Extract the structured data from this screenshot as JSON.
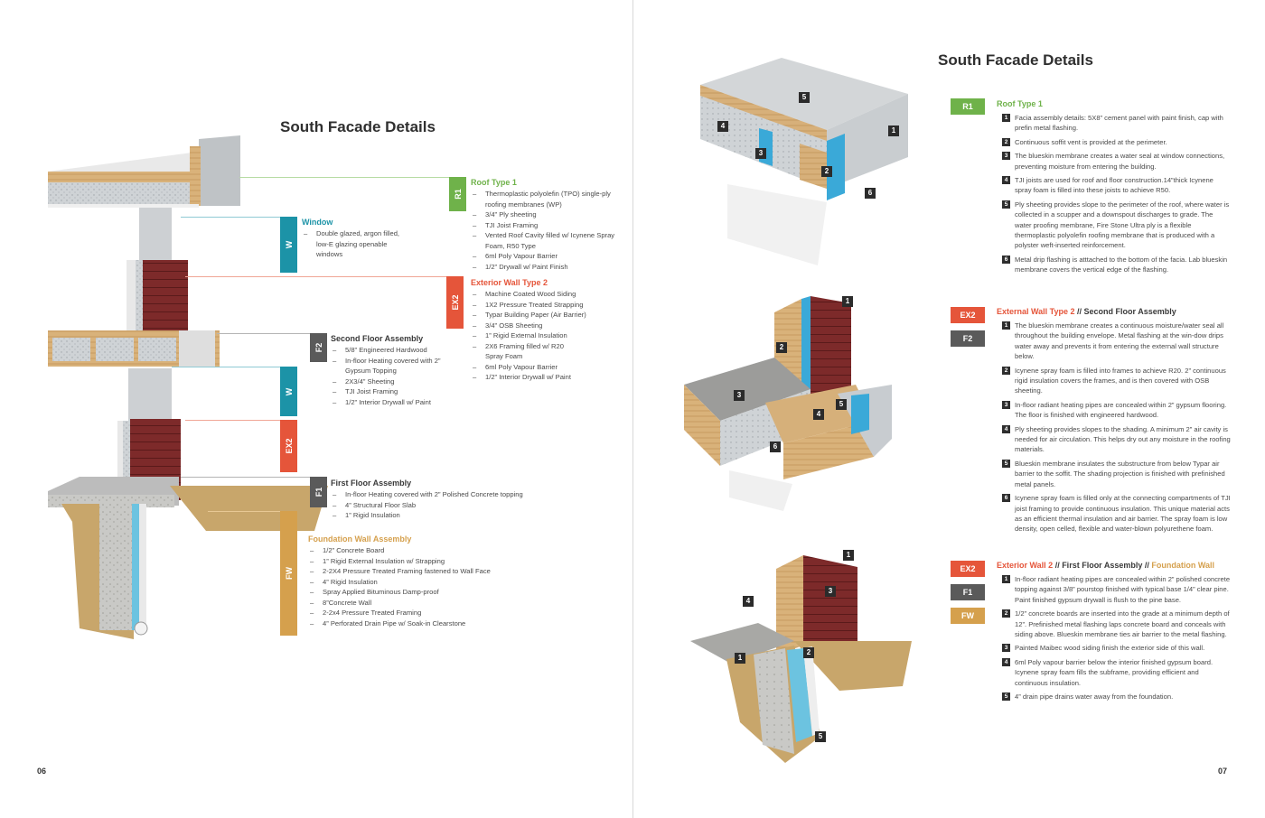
{
  "left_page": {
    "title": "South Facade Details",
    "page_number": "06",
    "tags": [
      {
        "label": "R1",
        "color": "#6fb24a"
      },
      {
        "label": "W",
        "color": "#1c93a7"
      },
      {
        "label": "EX2",
        "color": "#e5553a"
      },
      {
        "label": "F2",
        "color": "#5a5a5a"
      },
      {
        "label": "W",
        "color": "#1c93a7"
      },
      {
        "label": "EX2",
        "color": "#e5553a"
      },
      {
        "label": "F1",
        "color": "#5a5a5a"
      },
      {
        "label": "FW",
        "color": "#d5a04d"
      }
    ],
    "roof": {
      "title": "Roof Type 1",
      "items": [
        "Thermoplastic polyolefin (TPO) single-ply roofing membranes (WP)",
        "3/4” Ply sheeting",
        "TJI Joist Framing",
        "Vented Roof Cavity filled w/ Icynene Spray Foam, R50 Type",
        "6ml Poly Vapour Barrier",
        "1/2” Drywall w/ Paint Finish"
      ]
    },
    "window": {
      "title": "Window",
      "items": [
        "Double glazed, argon filled, low-E glazing openable windows"
      ]
    },
    "exterior_wall": {
      "title": "Exterior Wall Type 2",
      "items": [
        "Machine Coated Wood Siding",
        "1X2 Pressure Treated Strapping",
        "Typar Building Paper (Air Barrier)",
        "3/4” OSB Sheeting",
        "1” Rigid External Insulation",
        "2X6 Framing filled w/ R20 Spray Foam",
        "6ml Poly Vapour Barrier",
        "1/2” Interior Drywall w/ Paint"
      ]
    },
    "second_floor": {
      "title": "Second Floor Assembly",
      "items": [
        "5/8” Engineered Hardwood",
        "In-floor Heating covered with 2” Gypsum Topping",
        "2X3/4” Sheeting",
        "TJI Joist Framing",
        "1/2” Interior Drywall w/ Paint"
      ]
    },
    "first_floor": {
      "title": "First Floor Assembly",
      "items": [
        "In-floor Heating covered with 2” Polished Concrete topping",
        "4” Structural Floor Slab",
        "1” Rigid Insulation"
      ]
    },
    "foundation": {
      "title": "Foundation Wall Assembly",
      "items": [
        "1/2” Concrete Board",
        "1” Rigid External Insulation w/ Strapping",
        "2-2X4 Pressure Treated Framing fastened to Wall Face",
        "4” Rigid Insulation",
        "Spray Applied Bituminous Damp-proof",
        "8”Concrete Wall",
        "2-2x4 Pressure Treated Framing",
        "4” Perforated Drain Pipe w/ Soak-in Clearstone"
      ]
    }
  },
  "right_page": {
    "title": "South Facade Details",
    "page_number": "07",
    "section1": {
      "tags": [
        "R1"
      ],
      "title_a": "Roof Type 1",
      "items": [
        "Facia assembly details: 5X8” cement panel with paint finish, cap with prefin metal flashing.",
        "Continuous soffit vent is provided at the perimeter.",
        "The blueskin membrane creates a water seal at window connections, preventing moisture from entering the building.",
        "TJI joists are used for roof and floor construction.14”thick Icynene spray foam is filled into these joists to achieve R50.",
        "Ply sheeting provides slope to the perimeter of the roof, where water is collected in a scupper and a downspout discharges to grade. The water proofing membrane, Fire Stone Ultra ply is a flexible thermoplastic polyolefin roofing membrane that is produced with a polyster weft-inserted reinforcement.",
        "Metal drip flashing is atttached to the bottom of the facia. Lab blueskin membrane covers the vertical edge of the flashing."
      ]
    },
    "section2": {
      "tags": [
        "EX2",
        "F2"
      ],
      "title_a": "External Wall Type 2",
      "sep": " // ",
      "title_b": "Second Floor Assembly",
      "items": [
        "The blueskin membrane creates a continuous moisture/water seal all throughout the building envelope. Metal flashing at the win-dow drips water away and prevents it from entering the external wall structure below.",
        "Icynene spray foam is filled into frames to achieve R20. 2” continuous rigid insulation covers the frames, and is then covered with OSB sheeting.",
        "In-floor radiant heating pipes are concealed within 2” gypsum flooring. The floor is finished with engineered hardwood.",
        "Ply sheeting provides slopes to the shading. A minimum 2” air cavity is needed for air circulation. This helps dry out any moisture in the roofing materials.",
        "Blueskin membrane insulates the substructure from below Typar air barrier to the soffit. The shading projection is finished with prefinished metal panels.",
        "Icynene spray foam is filled only at the connecting compartments of TJI joist framing to provide continuous insulation. This unique material acts as an efficient thermal insulation and air barrier. The spray foam is low density, open celled, flexible and water-blown polyurethene foam."
      ]
    },
    "section3": {
      "tags": [
        "EX2",
        "F1",
        "FW"
      ],
      "title_a": "Exterior Wall 2",
      "sep": " // First Floor Assembly // ",
      "title_b": "Foundation Wall",
      "items": [
        "In-floor radiant heating pipes are concealed within 2” polished concrete topping against 3/8” pourstop finished with typical base 1/4” clear pine. Paint finished gypsum drywall is flush to the pine base.",
        "1/2” concrete boards are inserted into the grade at a minimum depth of 12”. Prefinished metal flashing laps concrete board and conceals with siding above. Blueskin membrane ties air barrier to the metal flashing.",
        "Painted Maibec wood siding finish the exterior side of this wall.",
        "6ml Poly vapour barrier below the interior finished gypsum board. Icynene spray foam fills the subframe, providing efficient and continuous insulation.",
        "4” drain pipe drains water away from the foundation."
      ]
    },
    "markers": [
      "1",
      "2",
      "3",
      "4",
      "5",
      "6"
    ]
  }
}
